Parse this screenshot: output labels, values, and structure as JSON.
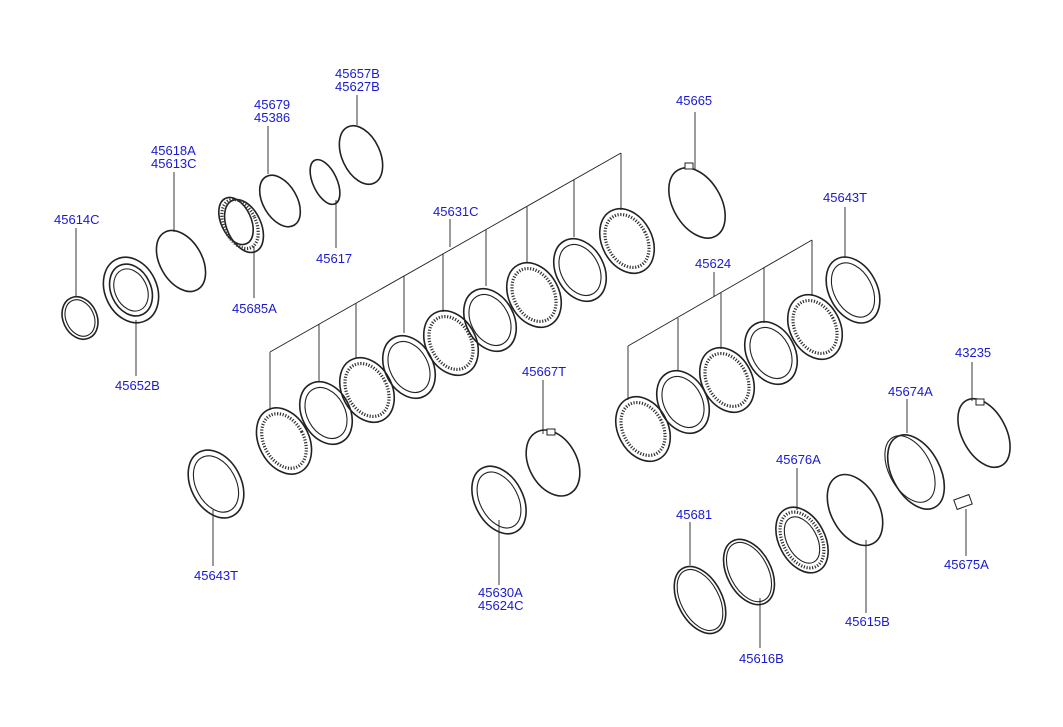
{
  "diagram": {
    "labels": {
      "p45614C": "45614C",
      "p45618A": "45618A",
      "p45613C": "45613C",
      "p45679": "45679",
      "p45386": "45386",
      "p45657B": "45657B",
      "p45627B": "45627B",
      "p45617": "45617",
      "p45685A": "45685A",
      "p45652B": "45652B",
      "p45631C": "45631C",
      "p45665": "45665",
      "p45643T_top": "45643T",
      "p45624": "45624",
      "p45667T": "45667T",
      "p43235": "43235",
      "p45674A": "45674A",
      "p45676A": "45676A",
      "p45681": "45681",
      "p45643T_bottom": "45643T",
      "p45630A": "45630A",
      "p45624C": "45624C",
      "p45675A": "45675A",
      "p45615B": "45615B",
      "p45616B": "45616B"
    },
    "colors": {
      "label": "#1a1ad0",
      "line": "#222222",
      "background": "#ffffff"
    }
  }
}
